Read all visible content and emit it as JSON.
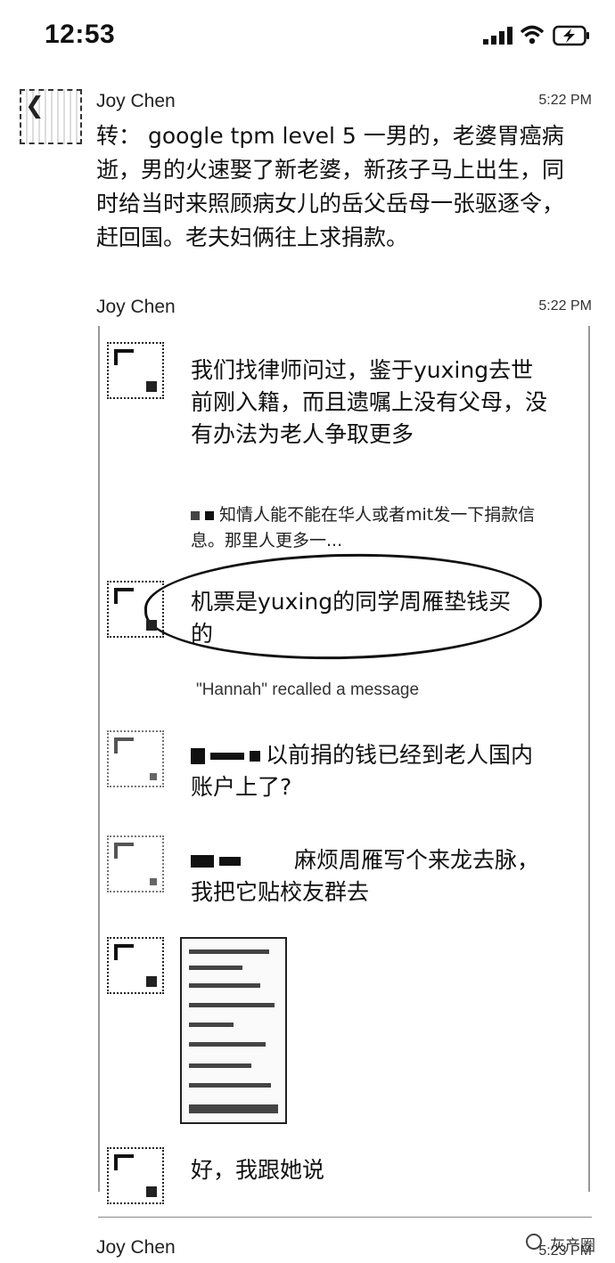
{
  "status": {
    "time": "12:53"
  },
  "post1": {
    "sender": "Joy Chen",
    "time": "5:22 PM",
    "text": "转： google tpm level 5 一男的，老婆胃癌病逝，男的火速娶了新老婆，新孩子马上出生，同时给当时来照顾病女儿的岳父岳母一张驱逐令，赶回国。老夫妇俩往上求捐款。"
  },
  "post2": {
    "sender": "Joy Chen",
    "time": "5:22 PM",
    "messages": [
      {
        "text": "我们找律师问过，鉴于yuxing去世前刚入籍，而且遗嘱上没有父母，没有办法为老人争取更多"
      },
      {
        "reply_preview": "知情人能不能在华人或者mit发一下捐款信息。那里人更多一..."
      },
      {
        "text": "机票是yuxing的同学周雁垫钱买的"
      },
      {
        "system": "\"Hannah\" recalled a message"
      },
      {
        "text": "以前捐的钱已经到老人国内账户上了?"
      },
      {
        "text": "麻烦周雁写个来龙去脉，我把它贴校友群去"
      },
      {
        "text": "好，我跟她说"
      }
    ]
  },
  "post3": {
    "sender": "Joy Chen",
    "time": "5:23 PM"
  },
  "watermark": "灰产圈"
}
